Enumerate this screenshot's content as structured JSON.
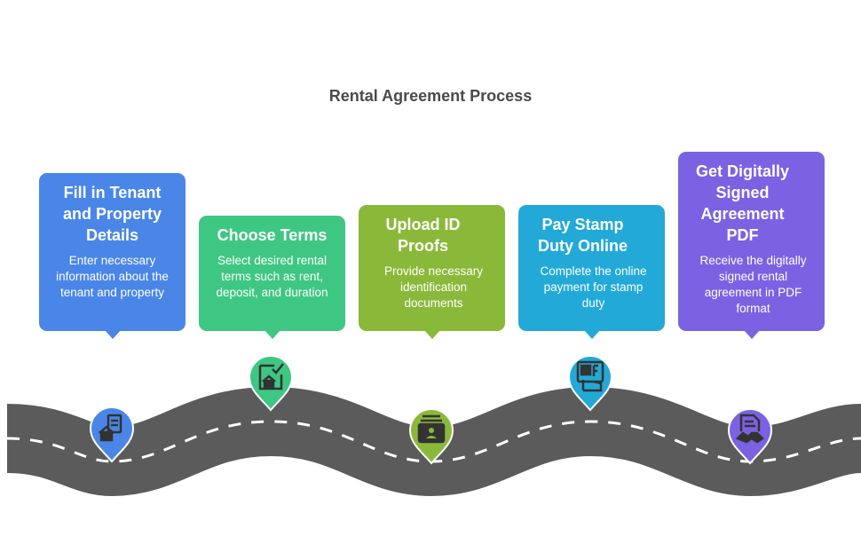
{
  "title": "Rental Agreement Process",
  "colors": {
    "road": "#5b5b5b",
    "road_dash": "#ffffff",
    "title_text": "#4a4a4a"
  },
  "steps": [
    {
      "title": "Fill in Tenant and Property Details",
      "description": "Enter necessary information about the tenant and property",
      "color": "#4a86e8",
      "icon": "house-form-icon"
    },
    {
      "title": "Choose Terms",
      "description": "Select desired rental terms such as rent, deposit, and duration",
      "color": "#3ec782",
      "icon": "house-check-icon"
    },
    {
      "title": "Upload ID Proofs",
      "description": "Provide necessary identification documents",
      "color": "#8ab93a",
      "icon": "id-card-icon"
    },
    {
      "title": "Pay Stamp Duty Online",
      "description": "Complete the online payment for stamp duty",
      "color": "#22a9d8",
      "icon": "online-payment-icon"
    },
    {
      "title": "Get Digitally Signed Agreement PDF",
      "description": "Receive the digitally signed rental agreement in PDF format",
      "color": "#7b62e3",
      "icon": "signed-document-icon"
    }
  ]
}
